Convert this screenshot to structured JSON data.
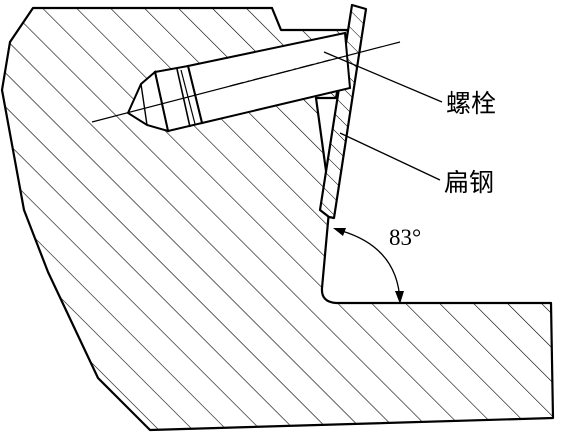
{
  "labels": {
    "bolt": "螺栓",
    "flat_steel": "扁钢",
    "angle": "83°"
  },
  "colors": {
    "line": "#000000",
    "background": "#ffffff"
  }
}
